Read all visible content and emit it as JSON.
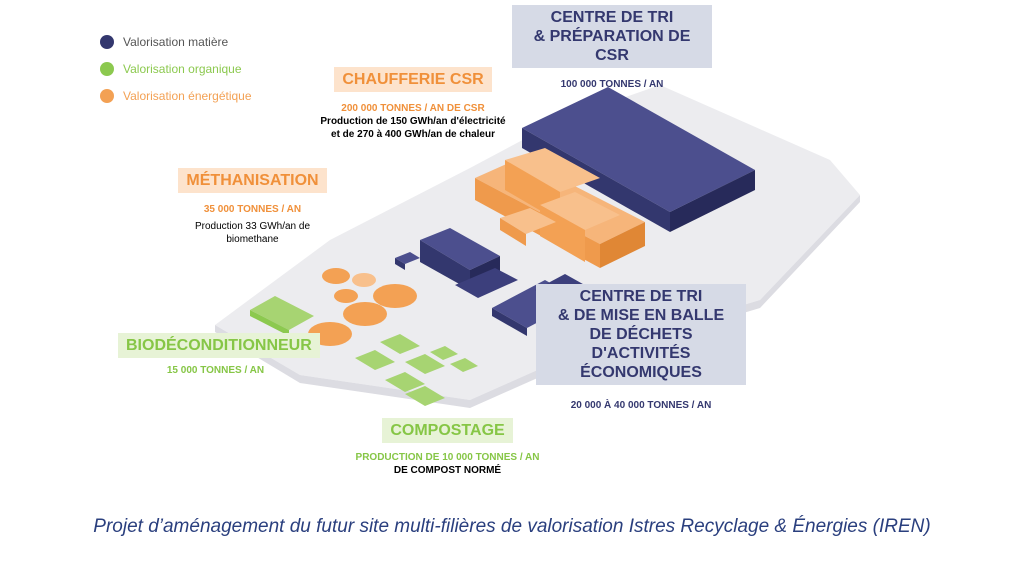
{
  "legend": [
    {
      "label": "Valorisation matière",
      "color": "#33376e",
      "text_color": "#555555"
    },
    {
      "label": "Valorisation organique",
      "color": "#8cc94f",
      "text_color": "#8cc94f"
    },
    {
      "label": "Valorisation énergétique",
      "color": "#f3a154",
      "text_color": "#f3a154"
    }
  ],
  "facilities": {
    "centre_tri_csr": {
      "title_line1": "CENTRE DE TRI",
      "title_line2": "& PRÉPARATION DE CSR",
      "tonnage": "100 000 TONNES / AN"
    },
    "chaufferie_csr": {
      "title": "CHAUFFERIE CSR",
      "tonnage": "200 000 TONNES / AN DE CSR",
      "line1": "Production de 150 GWh/an d'électricité",
      "line2": "et de 270 à 400 GWh/an de chaleur"
    },
    "methanisation": {
      "title": "MÉTHANISATION",
      "tonnage": "35 000 TONNES / AN",
      "line1": "Production 33 GWh/an de",
      "line2": "biomethane"
    },
    "biodeconditionneur": {
      "title": "BIODÉCONDITIONNEUR",
      "tonnage": "15 000 TONNES / AN"
    },
    "compostage": {
      "title": "COMPOSTAGE",
      "line1": "PRODUCTION DE 10 000 TONNES / AN",
      "line2": "DE COMPOST NORMÉ"
    },
    "centre_tri_dae": {
      "title_line1": "CENTRE DE TRI",
      "title_line2": "& DE MISE EN BALLE",
      "title_line3": "DE DÉCHETS D'ACTIVITÉS",
      "title_line4": "ÉCONOMIQUES",
      "tonnage": "20 000 À 40 000 TONNES / AN"
    }
  },
  "caption": "Projet d’aménagement du futur site multi-filières de valorisation Istres Recyclage & Énergies (IREN)"
}
